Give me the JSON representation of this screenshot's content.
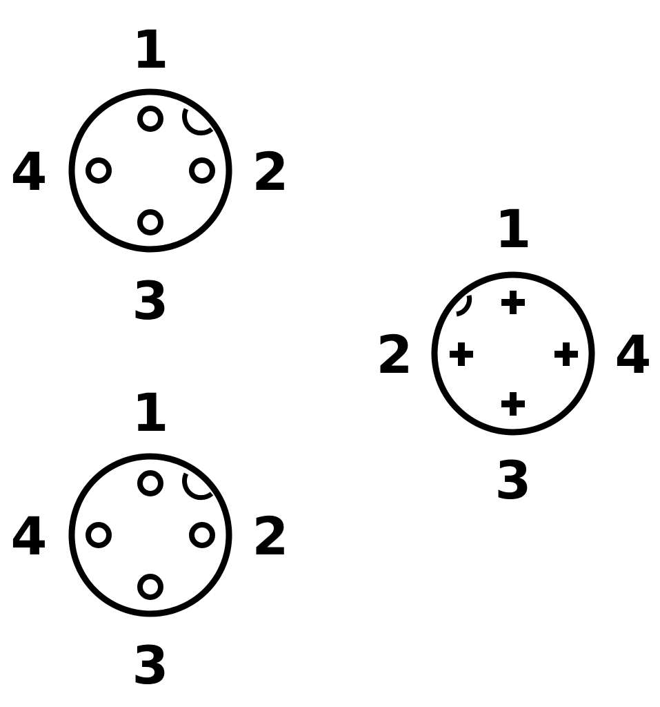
{
  "connectors": [
    {
      "id": "female-top-left",
      "pin_type": "socket",
      "labels": {
        "top": "1",
        "right": "2",
        "bottom": "3",
        "left": "4"
      }
    },
    {
      "id": "female-bottom-left",
      "pin_type": "socket",
      "labels": {
        "top": "1",
        "right": "2",
        "bottom": "3",
        "left": "4"
      }
    },
    {
      "id": "male-right",
      "pin_type": "pin",
      "labels": {
        "top": "1",
        "left": "2",
        "bottom": "3",
        "right": "4"
      }
    }
  ],
  "colors": {
    "stroke": "#000000",
    "background": "#ffffff"
  },
  "icons": {
    "socket": "hollow-circle",
    "pin": "plus-sign",
    "key": "coding-notch"
  }
}
